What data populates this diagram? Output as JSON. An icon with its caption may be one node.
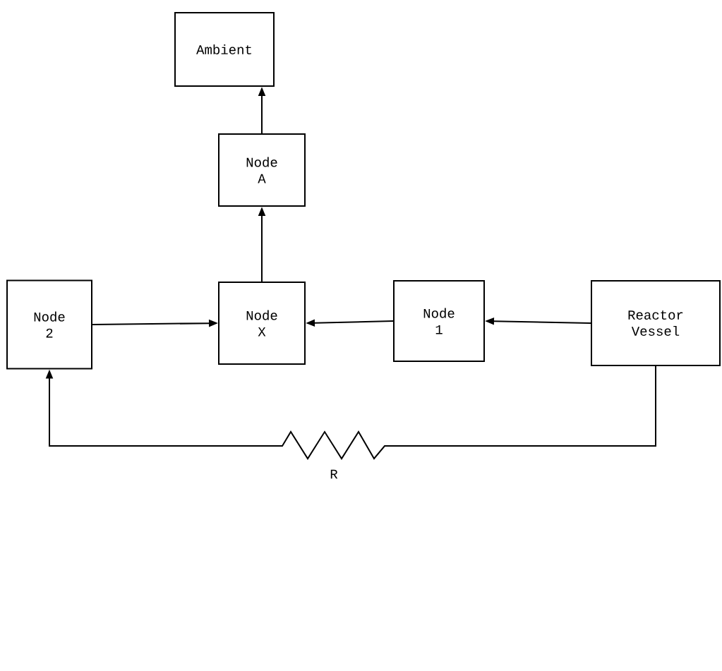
{
  "diagram": {
    "nodes": [
      {
        "text": [
          "Ambient"
        ]
      },
      {
        "text": [
          "Node A"
        ]
      },
      {
        "text": [
          "Node 2"
        ]
      },
      {
        "text": [
          "Node X"
        ]
      },
      {
        "text": [
          "Node 1"
        ]
      },
      {
        "text": [
          "Reactor Vessel"
        ]
      }
    ],
    "edges": [
      {
        "from": 1,
        "to": 0,
        "arrow": "to"
      },
      {
        "from": 3,
        "to": 1,
        "arrow": "to"
      },
      {
        "from": 2,
        "to": 3,
        "arrow": "to"
      },
      {
        "from": 4,
        "to": 3,
        "arrow": "to"
      },
      {
        "from": 5,
        "to": 4,
        "arrow": "to"
      },
      {
        "from": 5,
        "to": 2,
        "arrow": "to",
        "label": "R"
      }
    ]
  }
}
